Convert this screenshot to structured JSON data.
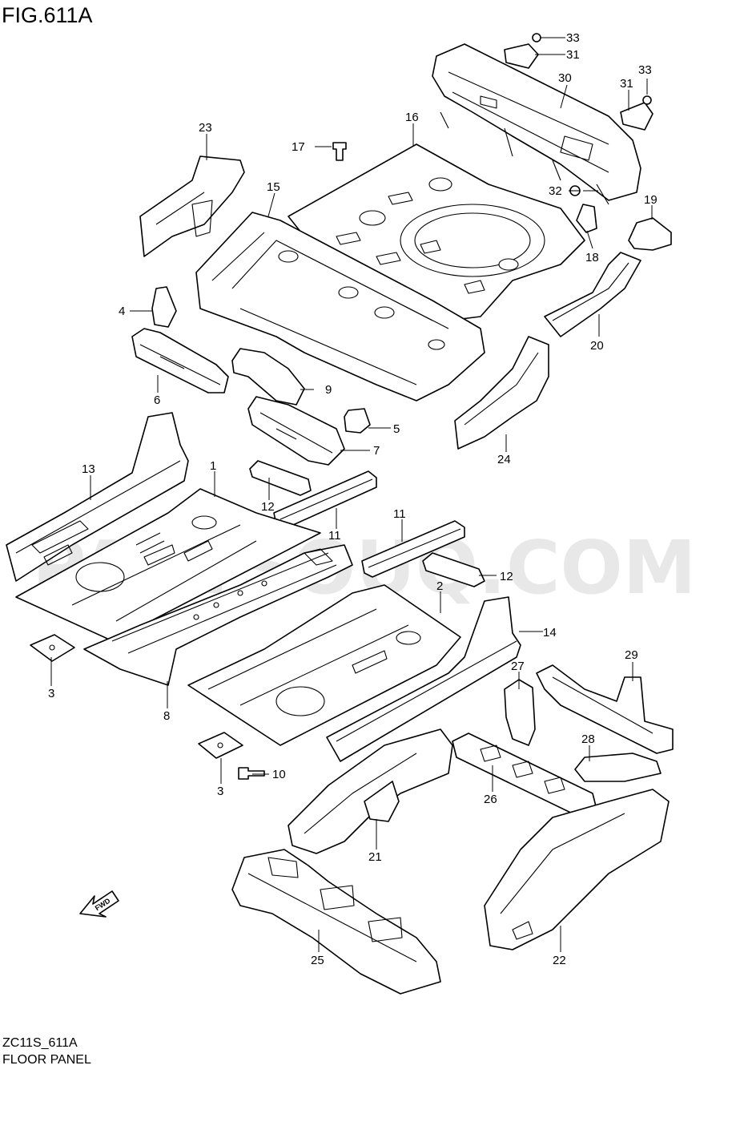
{
  "figure": {
    "title": "FIG.611A",
    "code": "ZC11S_611A",
    "name": "FLOOR PANEL",
    "watermark": "PARTSOUQ.COM",
    "fwd_label": "FWD"
  },
  "callouts": [
    {
      "id": "c1",
      "label": "1"
    },
    {
      "id": "c2",
      "label": "2"
    },
    {
      "id": "c3a",
      "label": "3"
    },
    {
      "id": "c3b",
      "label": "3"
    },
    {
      "id": "c4",
      "label": "4"
    },
    {
      "id": "c5",
      "label": "5"
    },
    {
      "id": "c6",
      "label": "6"
    },
    {
      "id": "c7",
      "label": "7"
    },
    {
      "id": "c8",
      "label": "8"
    },
    {
      "id": "c9",
      "label": "9"
    },
    {
      "id": "c10",
      "label": "10"
    },
    {
      "id": "c11a",
      "label": "11"
    },
    {
      "id": "c11b",
      "label": "11"
    },
    {
      "id": "c12a",
      "label": "12"
    },
    {
      "id": "c12b",
      "label": "12"
    },
    {
      "id": "c13",
      "label": "13"
    },
    {
      "id": "c14",
      "label": "14"
    },
    {
      "id": "c15",
      "label": "15"
    },
    {
      "id": "c16",
      "label": "16"
    },
    {
      "id": "c17",
      "label": "17"
    },
    {
      "id": "c18",
      "label": "18"
    },
    {
      "id": "c19",
      "label": "19"
    },
    {
      "id": "c20",
      "label": "20"
    },
    {
      "id": "c21",
      "label": "21"
    },
    {
      "id": "c22",
      "label": "22"
    },
    {
      "id": "c23",
      "label": "23"
    },
    {
      "id": "c24",
      "label": "24"
    },
    {
      "id": "c25",
      "label": "25"
    },
    {
      "id": "c26",
      "label": "26"
    },
    {
      "id": "c27",
      "label": "27"
    },
    {
      "id": "c28",
      "label": "28"
    },
    {
      "id": "c29",
      "label": "29"
    },
    {
      "id": "c30",
      "label": "30"
    },
    {
      "id": "c31a",
      "label": "31"
    },
    {
      "id": "c31b",
      "label": "31"
    },
    {
      "id": "c32",
      "label": "32"
    },
    {
      "id": "c33a",
      "label": "33"
    },
    {
      "id": "c33b",
      "label": "33"
    }
  ]
}
